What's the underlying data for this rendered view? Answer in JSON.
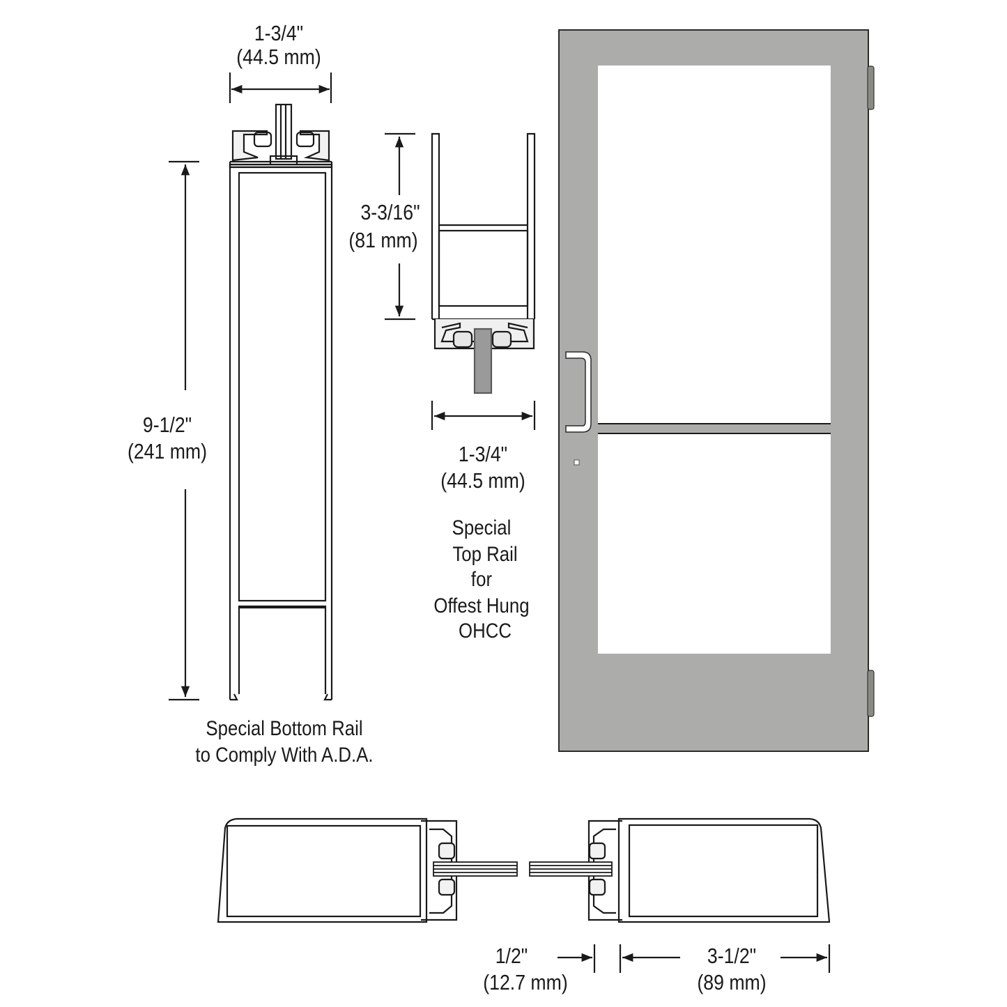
{
  "diagram": {
    "subject": "Offset hung door with special top and bottom rails",
    "colors": {
      "door_finish": "#acacaa",
      "line": "#1a1a1a",
      "glass": "#ffffff",
      "hinge": "#8a8a86"
    },
    "bottom_rail_section": {
      "width_dim": {
        "imperial": "1-3/4\"",
        "metric": "(44.5 mm)"
      },
      "height_dim": {
        "imperial": "9-1/2\"",
        "metric": "(241 mm)"
      },
      "caption_line1": "Special Bottom Rail",
      "caption_line2": "to Comply With A.D.A."
    },
    "top_rail_section": {
      "height_dim": {
        "imperial": "3-3/16\"",
        "metric": "(81 mm)"
      },
      "width_dim": {
        "imperial": "1-3/4\"",
        "metric": "(44.5 mm)"
      },
      "caption_lines": [
        "Special",
        "Top Rail",
        "for",
        "Offest Hung",
        "OHCC"
      ]
    },
    "stile_plan_section": {
      "dim_left": {
        "imperial": "1/2\"",
        "metric": "(12.7 mm)"
      },
      "dim_right": {
        "imperial": "3-1/2\"",
        "metric": "(89 mm)"
      }
    },
    "door_elevation": {
      "hardware": [
        "pull-handle",
        "push-bar",
        "lock-cylinder",
        "top-pivot",
        "bottom-pivot"
      ]
    }
  }
}
